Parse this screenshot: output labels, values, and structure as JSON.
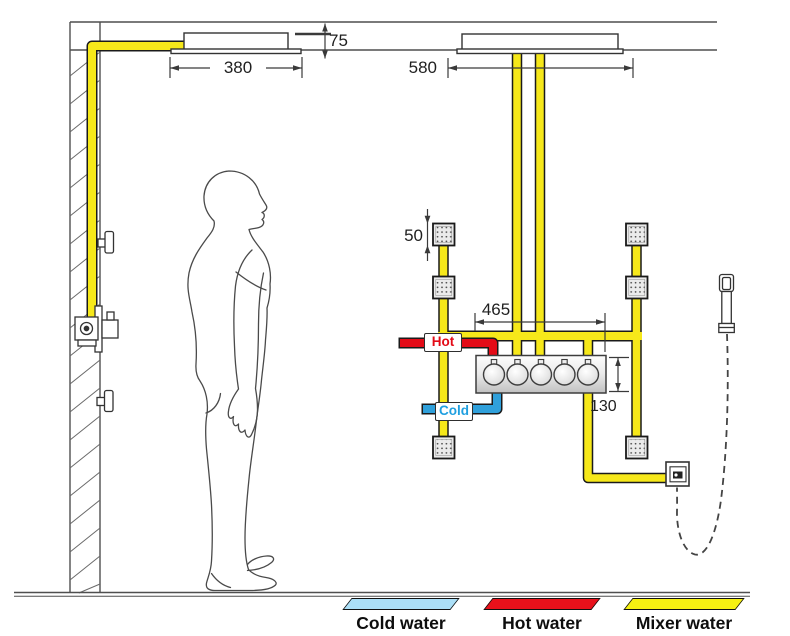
{
  "dimensions": {
    "left_shower_head_width": "380",
    "ceiling_drop": "75",
    "right_shower_head_width": "580",
    "body_jet_size": "50",
    "valve_width": "465",
    "valve_height": "130"
  },
  "pipe_labels": {
    "hot": "Hot",
    "cold": "Cold"
  },
  "legend": {
    "items": [
      {
        "label": "Cold water",
        "color": "#ABDFF7"
      },
      {
        "label": "Hot water",
        "color": "#E8111B"
      },
      {
        "label": "Mixer water",
        "color": "#F6F112"
      }
    ]
  },
  "colors": {
    "cold_pipe": "#2FA0DB",
    "hot_pipe": "#E30B17",
    "mixer_pipe": "#F6E81A",
    "outline": "#4A4A4A"
  }
}
